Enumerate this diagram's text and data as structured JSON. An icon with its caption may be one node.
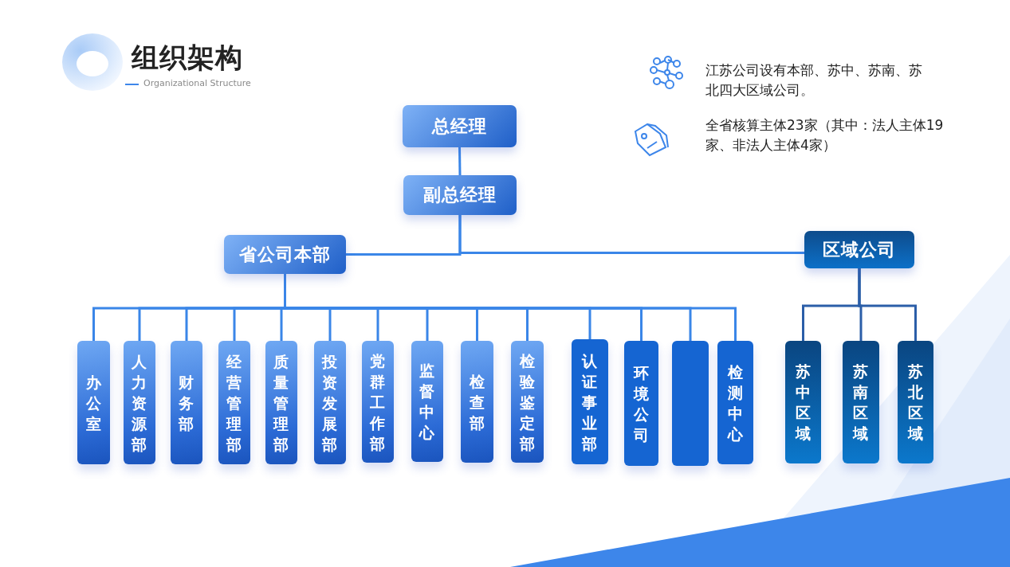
{
  "diagram": {
    "title": "组织架构",
    "nodes": [
      {
        "text": [
          "总经理"
        ]
      },
      {
        "text": [
          "副总经理"
        ]
      },
      {
        "text": [
          "省公司本部"
        ]
      },
      {
        "text": [
          "区域公司"
        ]
      },
      {
        "text": [
          "办公室"
        ]
      },
      {
        "text": [
          "人力资源部"
        ]
      },
      {
        "text": [
          "财务部"
        ]
      },
      {
        "text": [
          "经营管理部"
        ]
      },
      {
        "text": [
          "质量管理部"
        ]
      },
      {
        "text": [
          "投资发展部"
        ]
      },
      {
        "text": [
          "党群工作部"
        ]
      },
      {
        "text": [
          "监督中心"
        ]
      },
      {
        "text": [
          "检查部"
        ]
      },
      {
        "text": [
          "检验鉴定部"
        ]
      },
      {
        "text": [
          "认证事业部"
        ]
      },
      {
        "text": [
          "环境公司"
        ]
      },
      {
        "text": [],
        "shape": "box"
      },
      {
        "text": [
          "检测中心"
        ]
      },
      {
        "text": [
          "苏中区域"
        ]
      },
      {
        "text": [
          "苏南区域"
        ]
      },
      {
        "text": [
          "苏北区域"
        ]
      }
    ],
    "edges": [
      {
        "from": 0,
        "to": 1,
        "arrow": "none"
      },
      {
        "from": 1,
        "to": 2,
        "arrow": "none"
      },
      {
        "from": 1,
        "to": 3,
        "arrow": "none"
      },
      {
        "from": 2,
        "to": 4,
        "arrow": "none"
      },
      {
        "from": 2,
        "to": 5,
        "arrow": "none"
      },
      {
        "from": 2,
        "to": 6,
        "arrow": "none"
      },
      {
        "from": 2,
        "to": 7,
        "arrow": "none"
      },
      {
        "from": 2,
        "to": 8,
        "arrow": "none"
      },
      {
        "from": 2,
        "to": 9,
        "arrow": "none"
      },
      {
        "from": 2,
        "to": 10,
        "arrow": "none"
      },
      {
        "from": 2,
        "to": 11,
        "arrow": "none"
      },
      {
        "from": 2,
        "to": 12,
        "arrow": "none"
      },
      {
        "from": 2,
        "to": 13,
        "arrow": "none"
      },
      {
        "from": 2,
        "to": 14,
        "arrow": "none"
      },
      {
        "from": 2,
        "to": 15,
        "arrow": "none"
      },
      {
        "from": 2,
        "to": 16,
        "arrow": "none"
      },
      {
        "from": 2,
        "to": 17,
        "arrow": "none"
      },
      {
        "from": 3,
        "to": 18,
        "arrow": "none",
        "color": "#2b5ea8"
      },
      {
        "from": 3,
        "to": 19,
        "arrow": "none",
        "color": "#2b5ea8"
      },
      {
        "from": 3,
        "to": 20,
        "arrow": "none",
        "color": "#2b5ea8"
      }
    ],
    "labels": [
      "Organizational Structure",
      "江苏公司设有本部、苏中、苏南、苏北四大区域公司。",
      "全省核算主体23家（其中：法人主体19家、非法人主体4家）"
    ]
  }
}
